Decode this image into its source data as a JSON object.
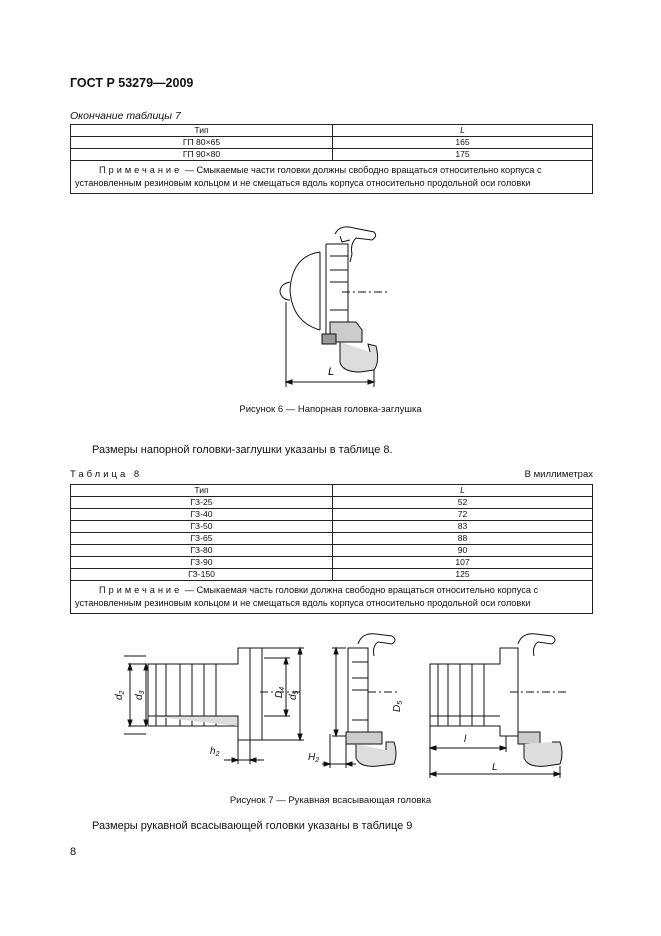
{
  "header": {
    "doc_id": "ГОСТ Р 53279—2009"
  },
  "table7": {
    "caption": "Окончание таблицы 7",
    "col_type": "Тип",
    "col_L": "L",
    "rows": [
      {
        "type": "ГП 80×65",
        "L": "165"
      },
      {
        "type": "ГП 90×80",
        "L": "175"
      }
    ],
    "note_word": "Примечание",
    "note_text": " — Смыкаемые части головки должны свободно вращаться относительно корпуса с установленным резиновым кольцом и не смещаться вдоль корпуса относительно продольной оси головки"
  },
  "figure6": {
    "caption": "Рисунок 6 — Напорная головка-заглушка",
    "label_L": "L"
  },
  "para1": "Размеры напорной головки-заглушки указаны в таблице 8.",
  "table8": {
    "caption": "Таблица 8",
    "units": "В миллиметрах",
    "col_type": "Тип",
    "col_L": "L",
    "rows": [
      {
        "type": "ГЗ-25",
        "L": "52"
      },
      {
        "type": "ГЗ-40",
        "L": "72"
      },
      {
        "type": "ГЗ-50",
        "L": "83"
      },
      {
        "type": "ГЗ-65",
        "L": "88"
      },
      {
        "type": "ГЗ-80",
        "L": "90"
      },
      {
        "type": "ГЗ-90",
        "L": "107"
      },
      {
        "type": "ГЗ-150",
        "L": "125"
      }
    ],
    "note_word": "Примечание",
    "note_text": " — Смыкаемая часть головки должна свободно вращаться относительно корпуса с установленным резиновым кольцом и не смещаться вдоль корпуса относительно продольной оси головки"
  },
  "figure7": {
    "caption": "Рисунок 7 — Рукавная всасывающая головка",
    "labels": {
      "d2": "d",
      "d2_sub": "2",
      "d3": "d",
      "d3_sub": "3",
      "D4": "D",
      "D4_sub": "4",
      "d5": "d",
      "d5_sub": "5",
      "h2": "h",
      "h2_sub": "2",
      "D5": "D",
      "D5_sub": "5",
      "H2": "H",
      "H2_sub": "2",
      "l": "l",
      "L": "L"
    }
  },
  "para2": "Размеры рукавной всасывающей головки указаны в таблице 9",
  "page_number": "8"
}
